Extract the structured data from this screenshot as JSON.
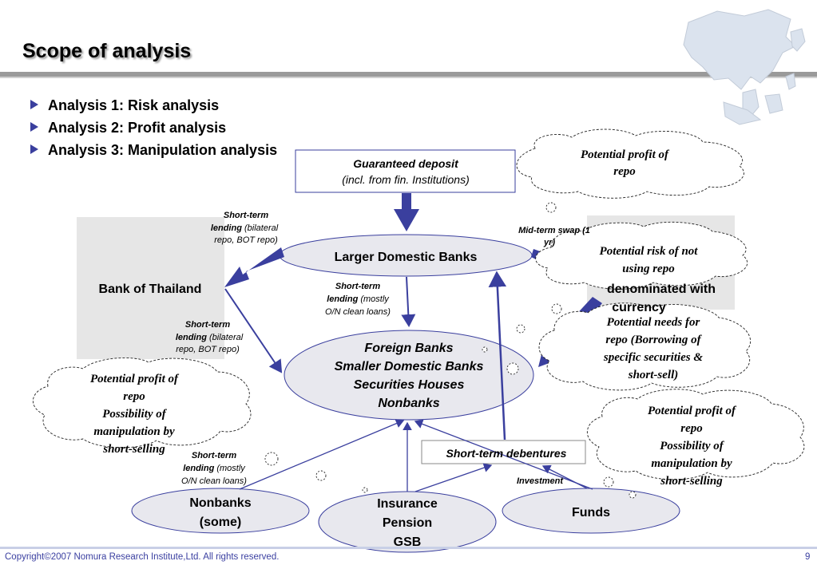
{
  "title": "Scope of analysis",
  "bullets": [
    "Analysis 1: Risk analysis",
    "Analysis 2: Profit analysis",
    "Analysis 3: Manipulation analysis"
  ],
  "footer": {
    "copyright": "Copyright©2007 Nomura Research Institute,Ltd. All rights reserved.",
    "page_number": "9"
  },
  "colors": {
    "arrow": "#3a3f9e",
    "ellipse_fill": "#e8e8ee",
    "panel_fill": "#e6e6e6",
    "title_rule": "#9a9a9a",
    "footer_text": "#3a3fa0"
  },
  "icons": [
    "asia-map-icon"
  ],
  "diagram": {
    "guaranteed_deposit": {
      "line1": "Guaranteed deposit",
      "line2": "(incl. from fin. Institutions)"
    },
    "bank_of_thailand": "Bank of Thailand",
    "larger_domestic_banks": "Larger Domestic Banks",
    "foreign_group": [
      "Foreign Banks",
      "Smaller Domestic Banks",
      "Securities Houses",
      "Nonbanks"
    ],
    "nonbanks_some": [
      "Nonbanks",
      "(some)"
    ],
    "insurance": [
      "Insurance",
      "Pension",
      "GSB"
    ],
    "funds": "Funds",
    "short_term_debentures": "Short-term debentures",
    "right_panel_partial": [
      "denominated with",
      "currency"
    ],
    "labels": {
      "repo_top": {
        "bold1": "Short-term",
        "bold2": "lending",
        "rest": "(bilateral",
        "line3": "repo, BOT repo)"
      },
      "clean_mid": {
        "bold1": "Short-term",
        "bold2": "lending",
        "rest": "(mostly",
        "line3": "O/N clean loans)"
      },
      "repo_bottom": {
        "bold1": "Short-term",
        "bold2": "lending",
        "rest": "(bilateral",
        "line3": "repo, BOT repo)"
      },
      "clean_low": {
        "bold1": "Short-term",
        "bold2": "lending",
        "rest": "(mostly",
        "line3": "O/N clean loans)"
      },
      "midterm_swap": {
        "line1": "Mid-term swap (1",
        "line2": "yr)"
      },
      "investment": "Investment"
    },
    "clouds": {
      "profit_repo_top": [
        "Potential profit of",
        "repo"
      ],
      "risk_not_repo": [
        "Potential risk of not",
        "using repo"
      ],
      "needs_repo": [
        "Potential needs for",
        "repo (Borrowing of",
        "specific securities &",
        "short-sell)"
      ],
      "profit_left": [
        "Potential profit of",
        "repo",
        "Possibility of",
        "manipulation by",
        "short-selling"
      ],
      "profit_right": [
        "Potential profit of",
        "repo",
        "Possibility of",
        "manipulation by",
        "short-selling"
      ]
    }
  }
}
